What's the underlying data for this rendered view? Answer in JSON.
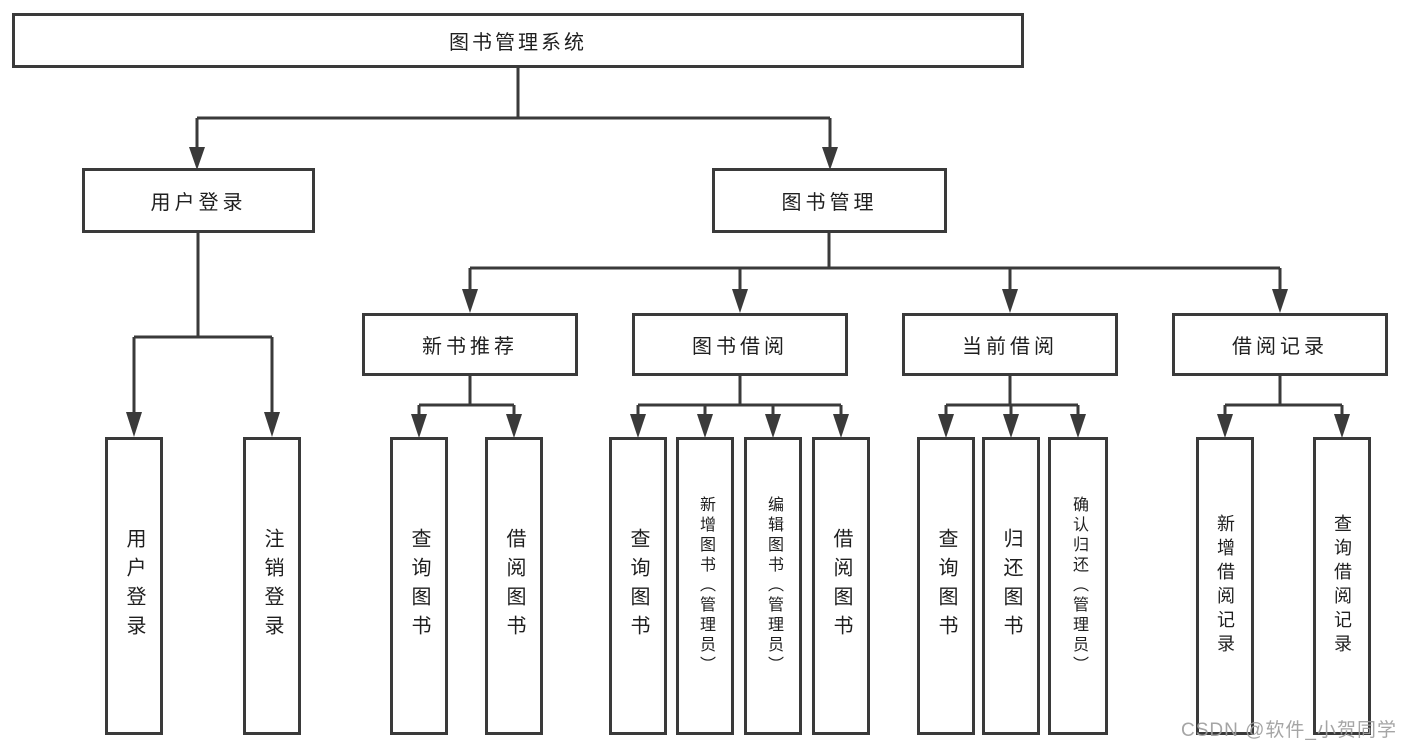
{
  "tree": {
    "label": "图书管理系统",
    "children": [
      {
        "label": "用户登录",
        "children": [
          {
            "label": "用户登录"
          },
          {
            "label": "注销登录"
          }
        ]
      },
      {
        "label": "图书管理",
        "children": [
          {
            "label": "新书推荐",
            "children": [
              {
                "label": "查询图书"
              },
              {
                "label": "借阅图书"
              }
            ]
          },
          {
            "label": "图书借阅",
            "children": [
              {
                "label": "查询图书"
              },
              {
                "label": "新增图书（管理员）"
              },
              {
                "label": "编辑图书（管理员）"
              },
              {
                "label": "借阅图书"
              }
            ]
          },
          {
            "label": "当前借阅",
            "children": [
              {
                "label": "查询图书"
              },
              {
                "label": "归还图书"
              },
              {
                "label": "确认归还（管理员）"
              }
            ]
          },
          {
            "label": "借阅记录",
            "children": [
              {
                "label": "新增借阅记录"
              },
              {
                "label": "查询借阅记录"
              }
            ]
          }
        ]
      }
    ]
  },
  "watermark": {
    "text": "CSDN @软件_小贺同学"
  },
  "colors": {
    "line": "#3a3a3a",
    "text": "#1f1f1f",
    "box_fill": "#ffffff",
    "background": "#ffffff",
    "watermark": "#9e9e9e"
  }
}
